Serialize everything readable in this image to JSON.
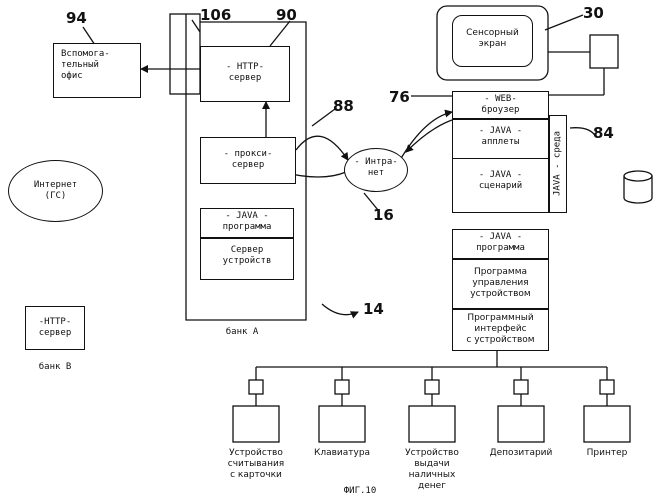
{
  "labels": {
    "back_office": "Вспомога-\nтельный\nофис",
    "http_server_a": "- HTTP-\nсервер",
    "proxy_server": "- прокси-\nсервер",
    "java_program_a": "- JAVA -\nпрограмма",
    "device_server": "Сервер\nустройств",
    "bank_a": "банк А",
    "internet": "Интернет\n(ГС)",
    "http_server_b": "-HTTP-\nсервер",
    "bank_b": "банк В",
    "intranet": "- Интра-\nнет",
    "touch_screen": "Сенсорный\nэкран",
    "web_browser": "- WEB-\nброузер",
    "java_applets": "- JAVA -\nапплеты",
    "java_script": "- JAVA -\nсценарий",
    "java_env": "JAVA - среда",
    "java_program_b": "- JAVA -\nпрограмма",
    "device_control": "Программа\nуправления\nустройством",
    "device_api": "Программный\nинтерфейс\nс устройством",
    "card_reader": "Устройство\nсчитывания\nс карточки",
    "keyboard": "Клавиатура",
    "cash_dispenser": "Устройство\nвыдачи\nналичных\nденег",
    "depositary": "Депозитарий",
    "printer": "Принтер",
    "figure": "ФИГ.10"
  },
  "refs": {
    "r94": "94",
    "r106": "106",
    "r90": "90",
    "r30": "30",
    "r88": "88",
    "r76": "76",
    "r84": "84",
    "r16": "16",
    "r14": "14"
  }
}
